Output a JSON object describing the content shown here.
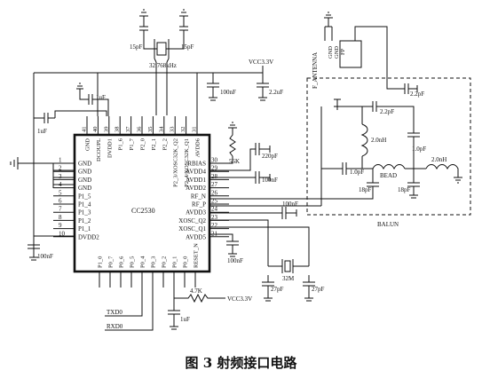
{
  "caption": "图 3 射频接口电路",
  "chip": {
    "name": "CC2530",
    "left_pins": [
      "GND",
      "GND",
      "GND",
      "GND",
      "P1_5",
      "P1_4",
      "P1_3",
      "P1_2",
      "P1_1",
      "DVDD2"
    ],
    "left_pin_numbers": [
      "1",
      "2",
      "3",
      "4",
      "5",
      "6",
      "7",
      "8",
      "9",
      "10"
    ],
    "right_pins": [
      "RBIAS",
      "AVDD4",
      "AVDD1",
      "AVDD2",
      "RF_N",
      "RF_P",
      "AVDD3",
      "XOSC_Q2",
      "XOSC_Q1",
      "AVDD5"
    ],
    "right_pin_numbers": [
      "30",
      "29",
      "28",
      "27",
      "26",
      "25",
      "24",
      "23",
      "22",
      "21"
    ],
    "top_pins": [
      "GND",
      "DCOUPL",
      "DVDD1",
      "P1_6",
      "P1_7",
      "P2_0",
      "P2_1",
      "P2_2",
      "P2_3/XOSC32K_Q2",
      "P2_4/XOSC32K_Q1",
      "AVDD6"
    ],
    "top_pin_numbers": [
      "41",
      "40",
      "39",
      "38",
      "37",
      "36",
      "35",
      "34",
      "33",
      "32",
      "31"
    ],
    "bottom_pins": [
      "P1_0",
      "P0_7",
      "P0_6",
      "P0_5",
      "P0_4",
      "P0_3",
      "P0_2",
      "P0_1",
      "P0_0",
      "RESET_N"
    ]
  },
  "labels": {
    "cap_15pF_left": "15pF",
    "cap_15pF_right": "15pF",
    "crystal_32k": "32.768kHz",
    "vcc_top": "VCC3.3V",
    "cap_100nF_top": "100nF",
    "cap_2_2uF": "2.2uF",
    "cap_1uF_top": "1uF",
    "cap_1uF_left": "1uF",
    "cap_100nF_left": "100nF",
    "res_56k": "56K",
    "cap_220pF": "220pF",
    "cap_100nF_right1": "100nF",
    "cap_100nF_right2": "100nF",
    "cap_100nF_bottom": "100nF",
    "crystal_32m": "32M",
    "cap_27pF_left": "27pF",
    "cap_27pF_right": "27pF",
    "res_4_7k": "4.7K",
    "vcc_bottom": "VCC3.3V",
    "cap_1uF_bottom": "1uF",
    "txd": "TXD0",
    "rxd": "RXD0",
    "antenna": "F_ANTENNA",
    "ant_pin_gnd1": "GND",
    "ant_pin_gnd2": "GND",
    "ant_pin_fp": "FP",
    "balun": "BALUN",
    "cap_2_2pF_a": "2.2pF",
    "cap_2_2pF_b": "2.2pF",
    "ind_2_0nH_a": "2.0nH",
    "cap_1_0pF_a": "1.0pF",
    "cap_1_0pF_b": "1.0pF",
    "bead": "BEAD",
    "ind_2_0nH_b": "2.0nH",
    "cap_18pF_a": "18pF",
    "cap_18pF_b": "18pF"
  }
}
